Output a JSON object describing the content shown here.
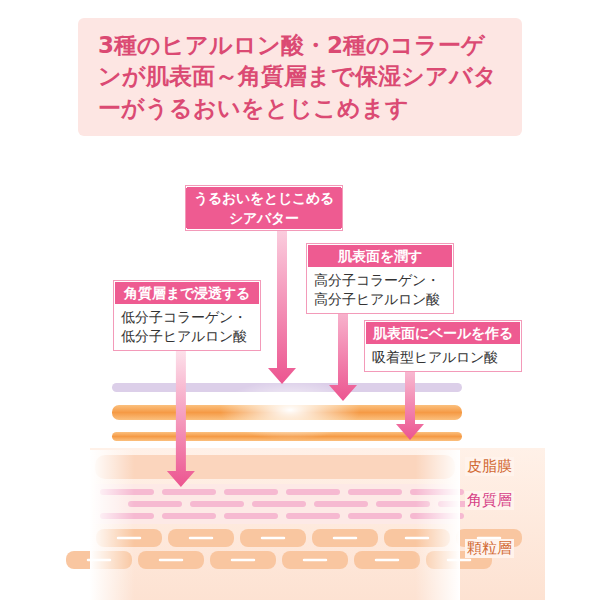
{
  "diagram": {
    "title": "3種のヒアルロン酸・2種のコラーゲンが肌表面～角質層まで保湿シアバターがうるおいをとじこめます",
    "nodes": [
      {
        "text": [
          "うるおいをとじこめる",
          "シアバター"
        ]
      },
      {
        "text": [
          "肌表面を潤す",
          "高分子コラーゲン・高分子ヒアルロン酸"
        ]
      },
      {
        "text": [
          "角質層まで浸透する",
          "低分子コラーゲン・低分子ヒアルロン酸"
        ]
      },
      {
        "text": [
          "肌表面にベールを作る",
          "吸着型ヒアルロン酸"
        ]
      },
      {
        "text": [
          "皮脂膜"
        ]
      },
      {
        "text": [
          "角質層"
        ]
      },
      {
        "text": [
          "顆粒層"
        ]
      }
    ],
    "edges": [
      {
        "from": 2,
        "to": 5,
        "arrow": "to"
      }
    ]
  }
}
